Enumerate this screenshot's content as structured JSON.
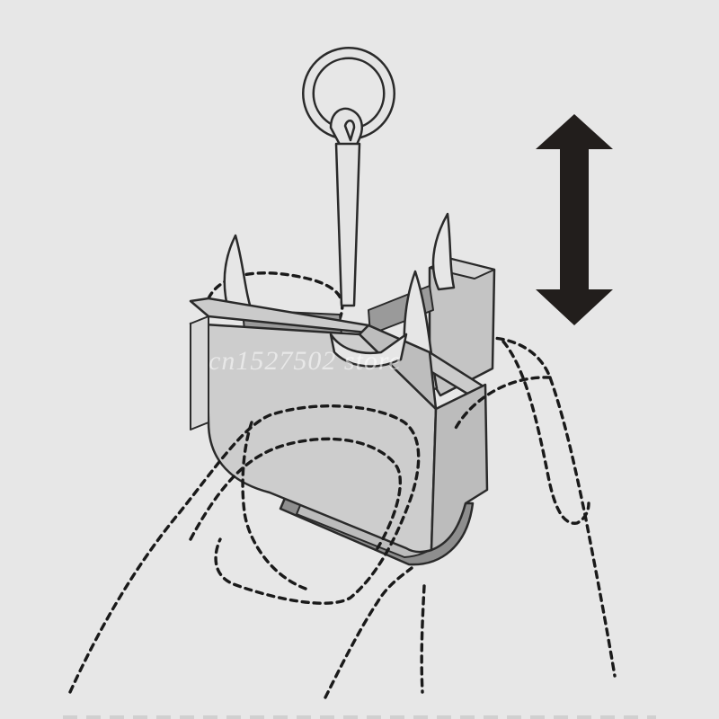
{
  "figure": {
    "watermark": "cn1527502 store",
    "colors": {
      "background": "#e7e7e7",
      "line": "#1a1a1a",
      "case_front": "#cdcdcd",
      "case_side": "#bcbcbc",
      "case_dark": "#8e8e8e",
      "hook": "#e4e4e4",
      "arrow": "#221e1c"
    },
    "parts": [
      "treble-hook",
      "split-ring",
      "hook-cover",
      "vertical-double-arrow",
      "fingers-dashed-outline"
    ]
  }
}
